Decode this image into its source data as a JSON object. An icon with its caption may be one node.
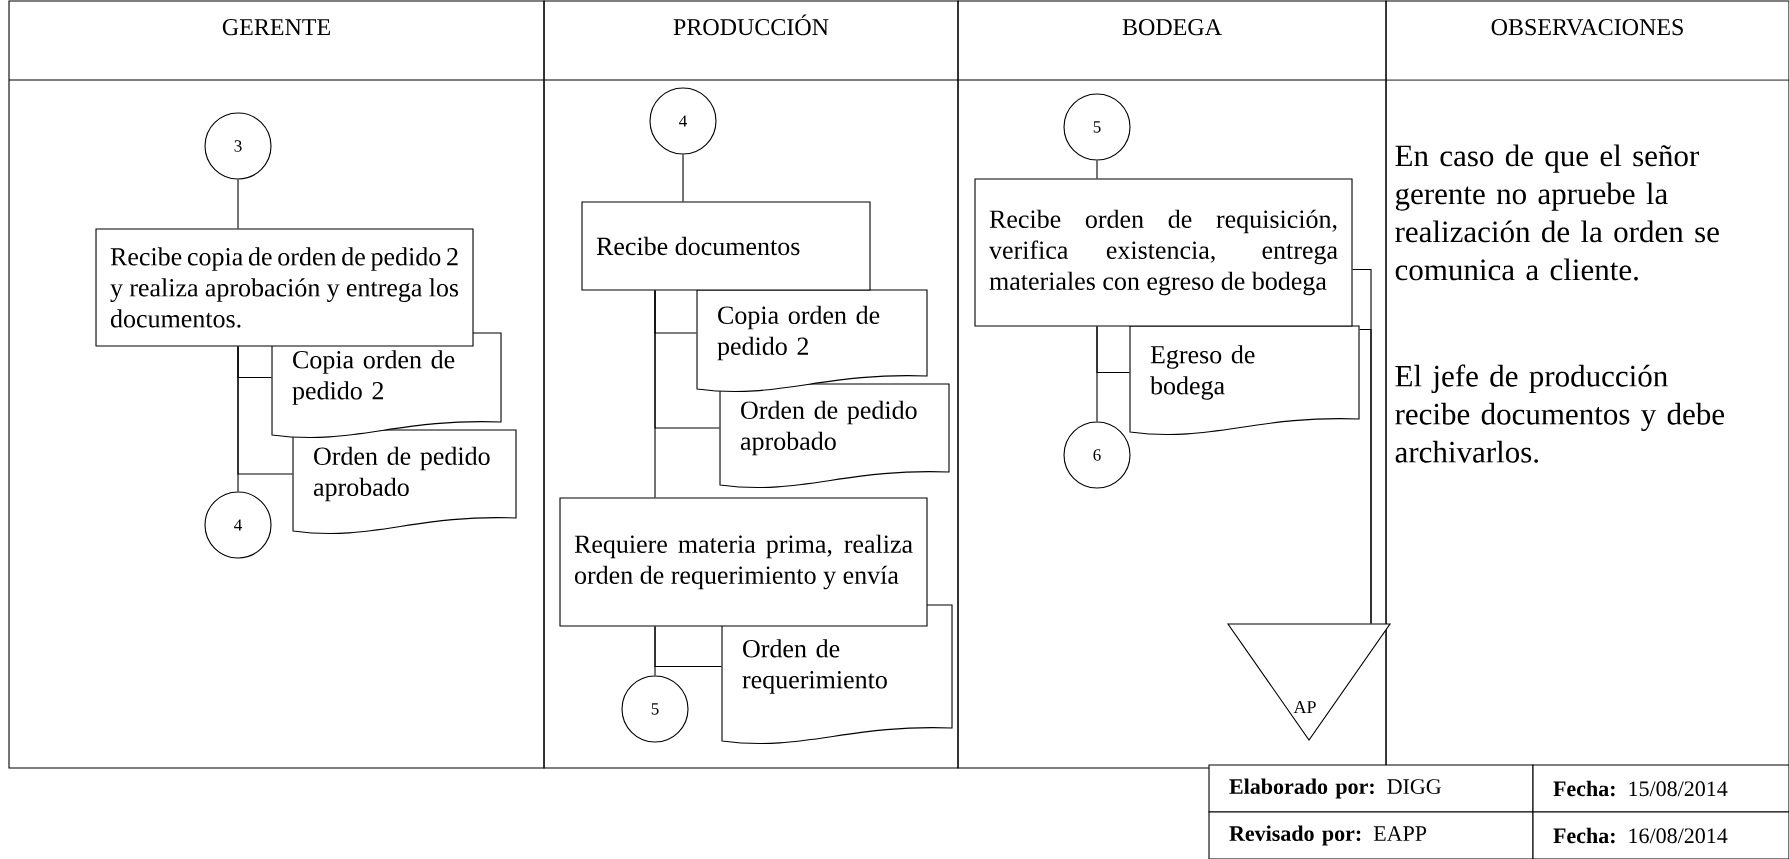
{
  "diagram": {
    "nodes": [
      {
        "text": [
          "GERENTE"
        ]
      },
      {
        "text": [
          "PRODUCCIÓN"
        ]
      },
      {
        "text": [
          "BODEGA"
        ]
      },
      {
        "text": [
          "OBSERVACIONES"
        ]
      },
      {
        "text": [
          "3"
        ],
        "in": 0
      },
      {
        "text": [
          "Recibe copia de orden de pedido 2 y realiza aprobación y entrega los documentos."
        ],
        "in": 0
      },
      {
        "text": [
          "Copia orden de pedido 2"
        ],
        "in": 0
      },
      {
        "text": [
          "Orden de pedido aprobado"
        ],
        "in": 0
      },
      {
        "text": [
          "4"
        ],
        "in": 0
      },
      {
        "text": [
          "4"
        ],
        "in": 1
      },
      {
        "text": [
          "Recibe documentos"
        ],
        "in": 1
      },
      {
        "text": [
          "Copia orden de pedido 2"
        ],
        "in": 1
      },
      {
        "text": [
          "Orden de pedido aprobado"
        ],
        "in": 1
      },
      {
        "text": [
          "Requiere materia prima, realiza orden de requerimiento y envía"
        ],
        "in": 1
      },
      {
        "text": [
          "Orden de requerimiento"
        ],
        "in": 1
      },
      {
        "text": [
          "5"
        ],
        "in": 1
      },
      {
        "text": [
          "5"
        ],
        "in": 2
      },
      {
        "text": [
          "Recibe orden de requisición, verifica existencia, entrega materiales con egreso de bodega"
        ],
        "in": 2
      },
      {
        "text": [
          "Egreso de bodega"
        ],
        "in": 2
      },
      {
        "text": [
          "6"
        ],
        "in": 2
      },
      {
        "text": [
          "AP"
        ],
        "in": 2
      }
    ],
    "edges": [
      {
        "from": 4,
        "to": 5,
        "arrow": "none"
      },
      {
        "from": 5,
        "to": 6,
        "arrow": "none"
      },
      {
        "from": 5,
        "to": 7,
        "arrow": "none"
      },
      {
        "from": 5,
        "to": 8,
        "arrow": "none"
      },
      {
        "from": 9,
        "to": 10,
        "arrow": "none"
      },
      {
        "from": 10,
        "to": 11,
        "arrow": "none"
      },
      {
        "from": 10,
        "to": 12,
        "arrow": "none"
      },
      {
        "from": 10,
        "to": 13,
        "arrow": "none"
      },
      {
        "from": 13,
        "to": 14,
        "arrow": "none"
      },
      {
        "from": 13,
        "to": 15,
        "arrow": "none"
      },
      {
        "from": 16,
        "to": 17,
        "arrow": "none"
      },
      {
        "from": 17,
        "to": 18,
        "arrow": "none"
      },
      {
        "from": 17,
        "to": 19,
        "arrow": "none"
      },
      {
        "from": 17,
        "to": 20,
        "arrow": "none"
      },
      {
        "from": 18,
        "to": 20,
        "arrow": "none"
      }
    ],
    "labels": [
      "En caso de que el señor gerente no apruebe la realización de la orden se comunica a cliente.",
      "El jefe de producción recibe documentos y debe archivarlos.",
      "**Elaborado por:** DIGG",
      "**Fecha:** 15/08/2014",
      "**Revisado por:** EAPP",
      "**Fecha:** 16/08/2014"
    ]
  }
}
